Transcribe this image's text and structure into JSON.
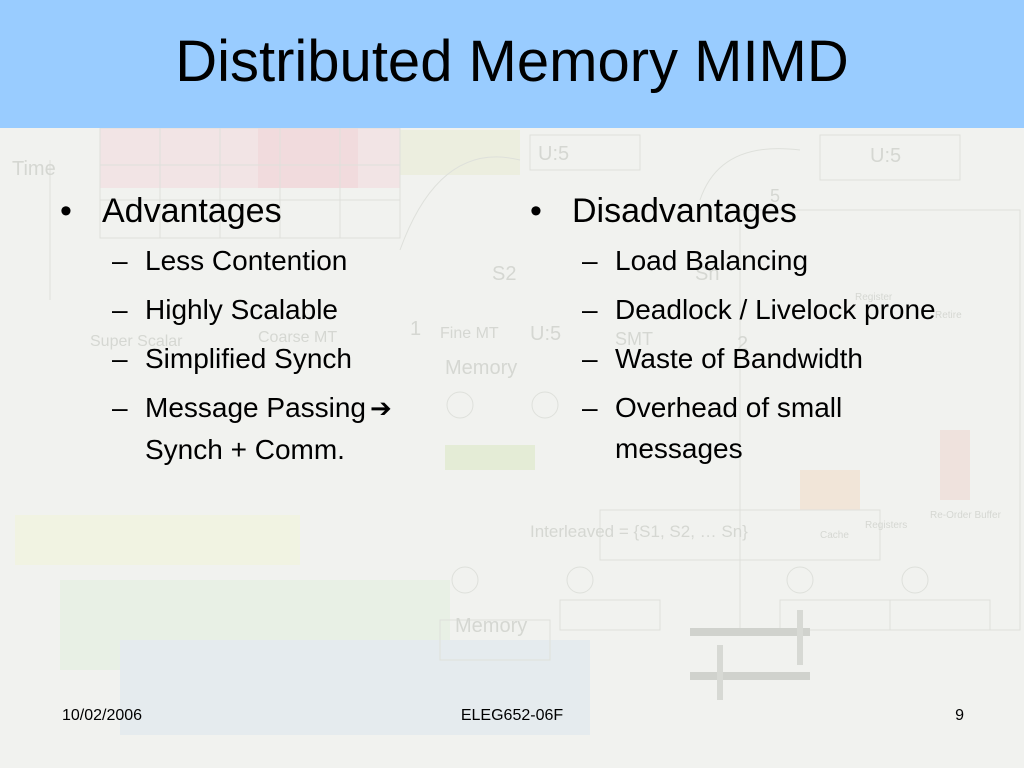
{
  "slide": {
    "title": "Distributed Memory MIMD",
    "columns": [
      {
        "heading": "Advantages",
        "items": [
          {
            "text": "Less Contention"
          },
          {
            "text": "Highly Scalable"
          },
          {
            "text": "Simplified Synch"
          },
          {
            "text": "Message Passing",
            "arrow": "➔",
            "continuation": "Synch + Comm."
          }
        ]
      },
      {
        "heading": "Disadvantages",
        "items": [
          {
            "text": "Load Balancing"
          },
          {
            "text": "Deadlock / Livelock prone"
          },
          {
            "text": "Waste of Bandwidth"
          },
          {
            "text": "Overhead of small messages"
          }
        ]
      }
    ],
    "bullet_symbol": "•",
    "sub_bullet_symbol": "–"
  },
  "footer": {
    "date": "10/02/2006",
    "course": "ELEG652-06F",
    "page": "9"
  },
  "background_text": {
    "time": "Time",
    "u5_a": "U:5",
    "u5_b": "U:5",
    "u5_c": "U:5",
    "s2": "S2",
    "sn": "Sn",
    "super_scalar": "Super Scalar",
    "coarse_mt": "Coarse MT",
    "fine_mt": "Fine MT",
    "smt": "SMT",
    "num_1": "1",
    "num_2": "2",
    "num_5": "5",
    "memory_a": "Memory",
    "memory_b": "Memory",
    "register": "Register",
    "retire": "Retire",
    "registers": "Registers",
    "reorder_buffer": "Re-Order Buffer",
    "cache": "Cache",
    "interleaved": "Interleaved = {S1, S2, … Sn}"
  },
  "colors": {
    "title_band": "#99ccff",
    "background": "#f1f2ef",
    "diagram_faint": "#c9ccc6"
  }
}
